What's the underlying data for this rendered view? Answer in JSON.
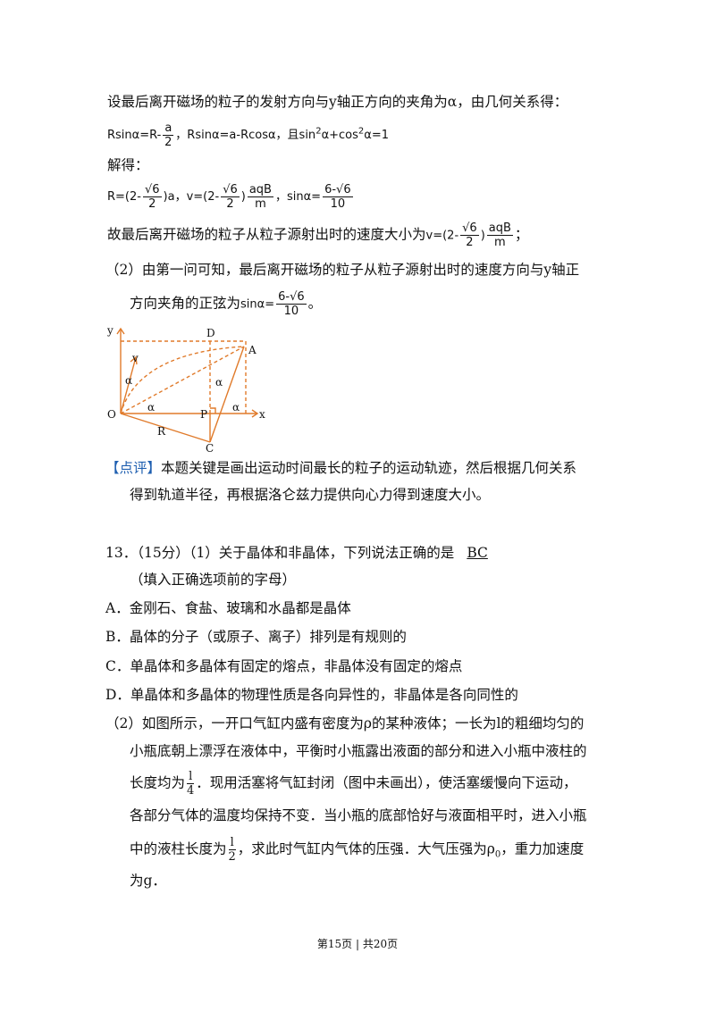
{
  "para1": "设最后离开磁场的粒子的发射方向与y轴正方向的夹角为α，由几何关系得：",
  "eq1": {
    "a": "Rsinα=R-",
    "f1_num": "a",
    "f1_den": "2",
    "b": "，Rsinα=a-Rcosα，且sin",
    "sup1": "2",
    "c": "α+cos",
    "sup2": "2",
    "d": "α=1"
  },
  "solve_label": "解得：",
  "eq2": {
    "r_pre": "R=(2-",
    "r_num": "√6",
    "r_den": "2",
    "r_post": ")a，v=(2-",
    "v_num": "√6",
    "v_den": "2",
    "v_mid": ")",
    "v2_num": "aqB",
    "v2_den": "m",
    "s_pre": "，sinα=",
    "s_num": "6-√6",
    "s_den": "10"
  },
  "para2": {
    "text": "故最后离开磁场的粒子从粒子源射出时的速度大小为",
    "formula": "v=(2-",
    "f_num": "√6",
    "f_den": "2",
    "mid": ")",
    "f2_num": "aqB",
    "f2_den": "m",
    "end": "；"
  },
  "para3_line1": "（2）由第一问可知，最后离开磁场的粒子从粒子源射出时的速度方向与y轴正",
  "para3_line2": {
    "text": "方向夹角的正弦为",
    "sin": "sinα=",
    "num": "6-√6",
    "den": "10",
    "end": "。"
  },
  "figure": {
    "labels": {
      "y": "y",
      "x": "x",
      "o": "O",
      "d": "D",
      "a": "A",
      "p": "P",
      "c": "C",
      "r": "R",
      "v": "v",
      "alpha1": "α",
      "alpha2": "α",
      "alpha3": "α",
      "alpha4": "α"
    },
    "color": "#e07a2a"
  },
  "comment": {
    "tag": "【点评】",
    "line1": "本题关键是画出运动时间最长的粒子的运动轨迹，然后根据几何关系",
    "line2": "得到轨道半径，再根据洛仑兹力提供向心力得到速度大小。"
  },
  "q13": {
    "head": "13．（15分）（1）关于晶体和非晶体，下列说法正确的是",
    "answer": "BC",
    "hint": "（填入正确选项前的字母）",
    "options": [
      "A．金刚石、食盐、玻璃和水晶都是晶体",
      "B．晶体的分子（或原子、离子）排列是有规则的",
      "C．单晶体和多晶体有固定的熔点，非晶体没有固定的熔点",
      "D．单晶体和多晶体的物理性质是各向异性的，非晶体是各向同性的"
    ],
    "p2_line1": "（2）如图所示，一开口气缸内盛有密度为ρ的某种液体；一长为l的粗细均匀的",
    "p2_line2": "小瓶底朝上漂浮在液体中，平衡时小瓶露出液面的部分和进入小瓶中液柱的",
    "p2_line3_a": "长度均为",
    "p2_line3_num": "l",
    "p2_line3_den": "4",
    "p2_line3_b": "．现用活塞将气缸封闭（图中未画出），使活塞缓慢向下运动，",
    "p2_line4": "各部分气体的温度均保持不变．当小瓶的底部恰好与液面相平时，进入小瓶",
    "p2_line5_a": "中的液柱长度为",
    "p2_line5_num": "l",
    "p2_line5_den": "2",
    "p2_line5_b": "，求此时气缸内气体的压强．大气压强为ρ",
    "p2_line5_sub": "0",
    "p2_line5_c": "，重力加速度",
    "p2_line6": "为g．"
  },
  "footer": "第15页 | 共20页"
}
